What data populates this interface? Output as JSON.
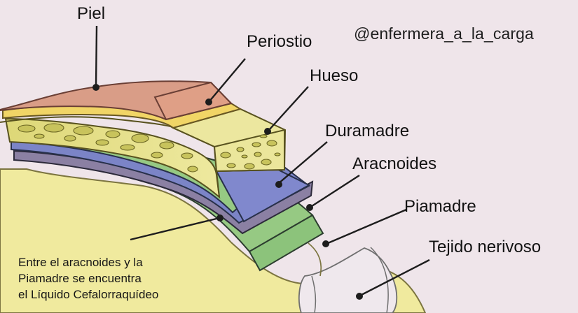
{
  "watermark": "@enfermera_a_la_carga",
  "labels": {
    "piel": "Piel",
    "periostio": "Periostio",
    "hueso": "Hueso",
    "duramadre": "Duramadre",
    "aracnoides": "Aracnoides",
    "piamadre": "Piamadre",
    "tejido": "Tejido nerivoso"
  },
  "note": [
    "Entre el aracnoides y la",
    "Piamadre se encuentra",
    "el Líquido Cefalorraquídeo"
  ],
  "colors": {
    "background": "#efe5ea",
    "skin": "#d99d87",
    "periosteum": "#f1d566",
    "bone": "#ece79f",
    "bone_pores": "#c8c35c",
    "dura": "#7b84c7",
    "arachnoid": "#8b80a3",
    "pia": "#96c983",
    "brain_tissue": "#f0ea9e",
    "brain_inner": "#e8e2ea"
  }
}
